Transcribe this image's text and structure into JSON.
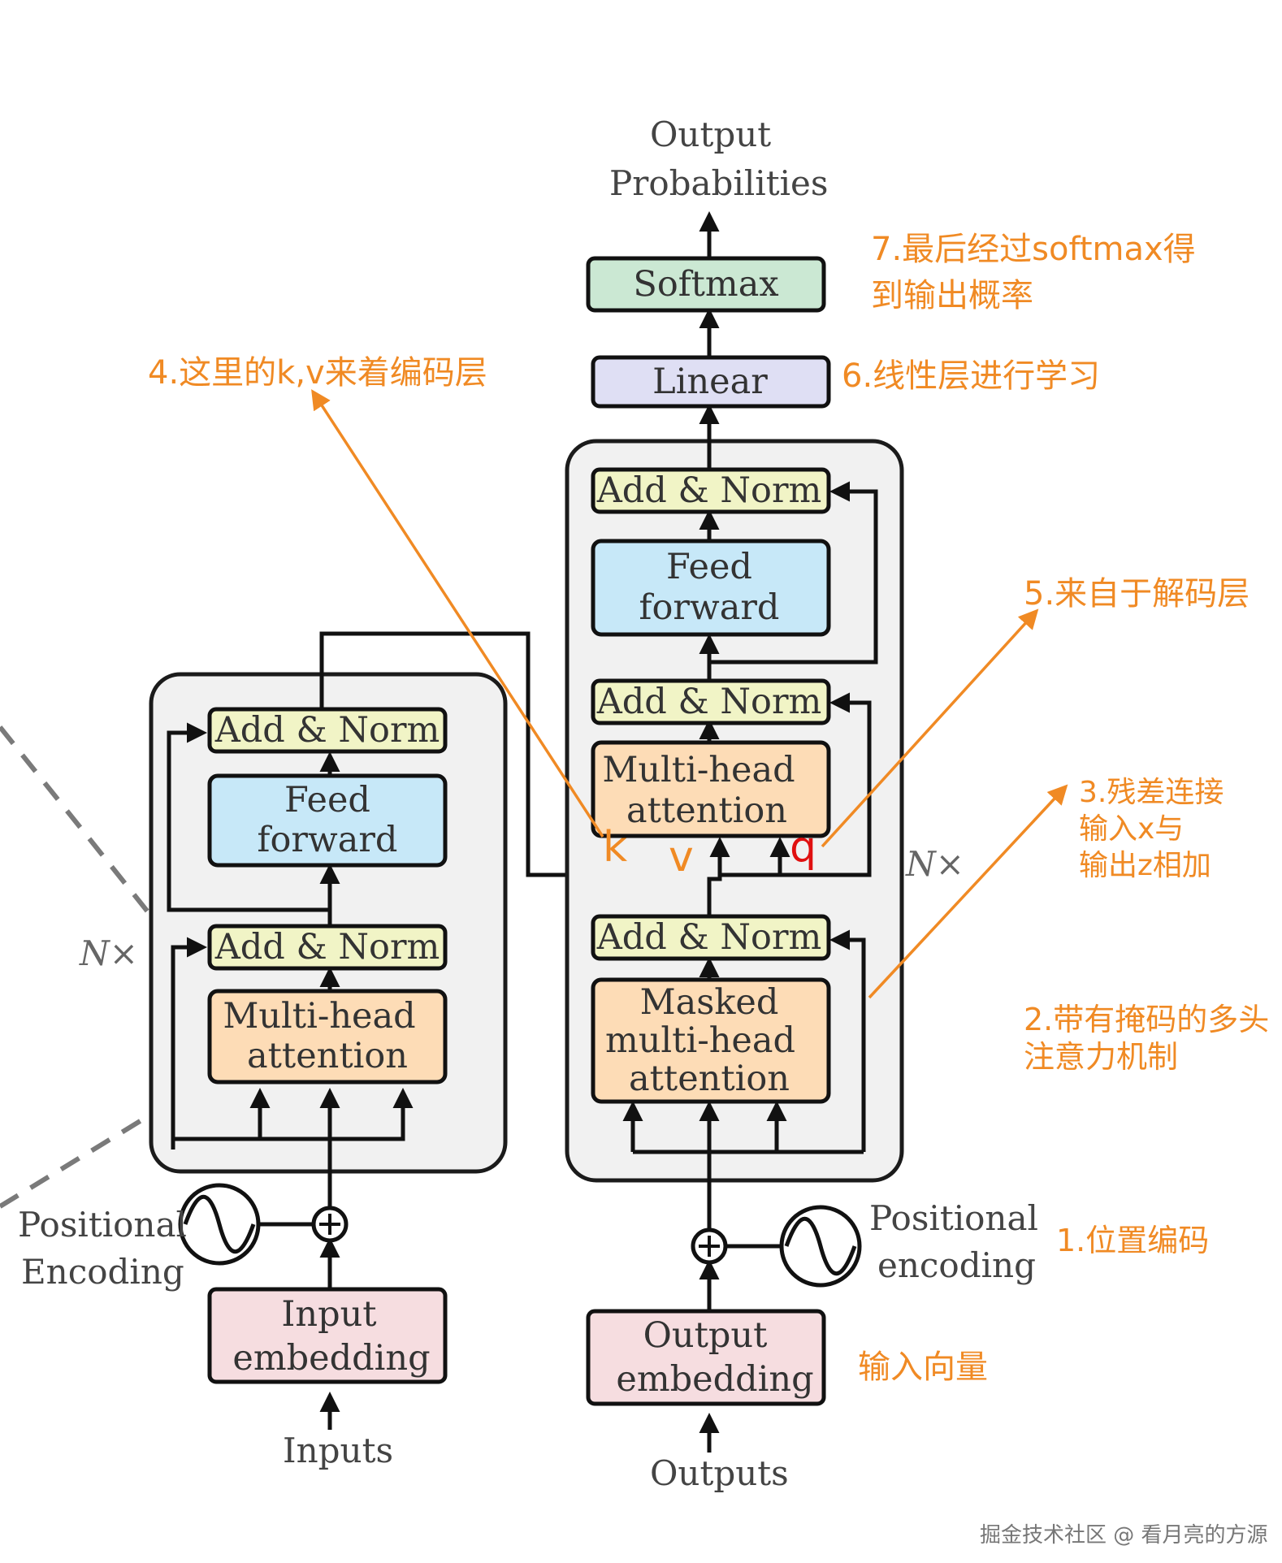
{
  "encoder": {
    "add_norm_top": "Add & Norm",
    "feed_forward": [
      "Feed",
      "forward"
    ],
    "add_norm_bottom": "Add & Norm",
    "multi_head": [
      "Multi-head",
      "attention"
    ],
    "input_embedding": [
      "Input",
      "embedding"
    ],
    "positional": [
      "Positional",
      "Encoding"
    ],
    "n_label": "N×",
    "inputs": "Inputs"
  },
  "decoder": {
    "output_probabilities": [
      "Output",
      "Probabilities"
    ],
    "softmax": "Softmax",
    "linear": "Linear",
    "add_norm_top": "Add & Norm",
    "feed_forward": [
      "Feed",
      "forward"
    ],
    "add_norm_mid": "Add & Norm",
    "multi_head": [
      "Multi-head",
      "attention"
    ],
    "add_norm_bottom": "Add & Norm",
    "masked": [
      "Masked",
      "multi-head",
      "attention"
    ],
    "output_embedding": [
      "Output",
      "embedding"
    ],
    "positional": [
      "Positional",
      "encoding"
    ],
    "n_label": "N×",
    "outputs": "Outputs"
  },
  "letters": {
    "k": "k",
    "v": "v",
    "q": "q"
  },
  "annotations": {
    "a7": [
      "7.最后经过softmax得",
      "到输出概率"
    ],
    "a6": "6.线性层进行学习",
    "a4": "4.这里的k,v来着编码层",
    "a5": "5.来自于解码层",
    "a3": [
      "3.残差连接",
      "输入x与",
      "输出z相加"
    ],
    "a2": [
      "2.带有掩码的多头",
      "注意力机制"
    ],
    "a1": "1.位置编码",
    "a0": "输入向量"
  },
  "watermark": "掘金技术社区 @ 看月亮的方源",
  "colors": {
    "annotation": "#f08a24",
    "q_letter": "#e01010"
  }
}
